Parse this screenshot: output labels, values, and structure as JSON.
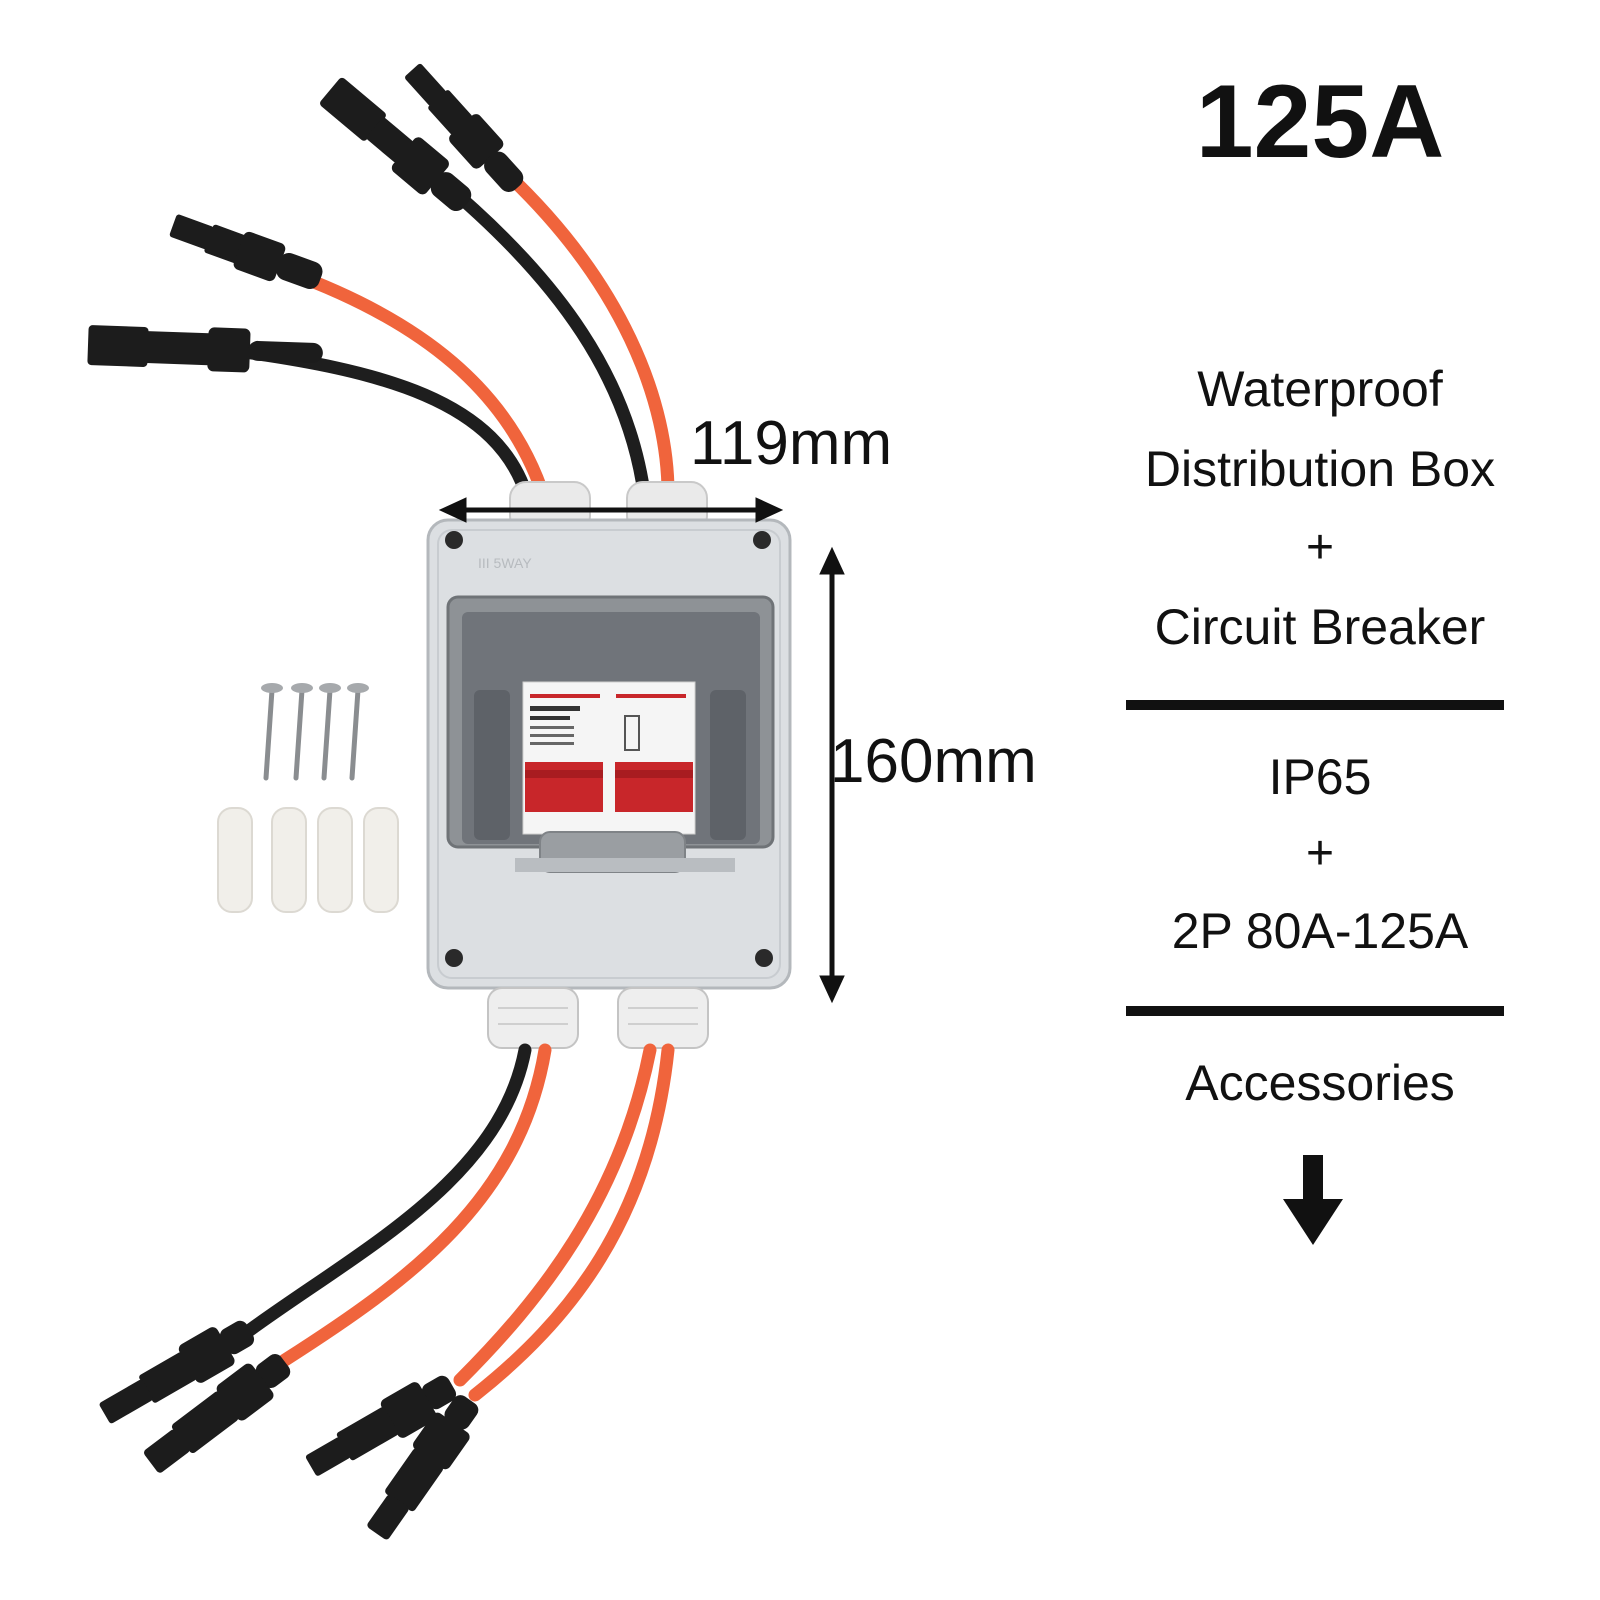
{
  "heading": {
    "rating": "125A"
  },
  "dimensions": {
    "width_label": "119mm",
    "height_label": "160mm"
  },
  "specs": {
    "line1": "Waterproof",
    "line2": "Distribution Box",
    "plus1": "+",
    "line3": "Circuit Breaker",
    "protection": "IP65",
    "plus2": "+",
    "breaker_rating": "2P 80A-125A",
    "accessories": "Accessories"
  },
  "icons": {
    "down_arrow": "down-arrow-icon"
  },
  "colors": {
    "text": "#111111",
    "cable_red": "#f0643c",
    "cable_black": "#1e1e1e",
    "breaker_red": "#c8262a",
    "enclosure_grey": "#dcdfe2"
  }
}
